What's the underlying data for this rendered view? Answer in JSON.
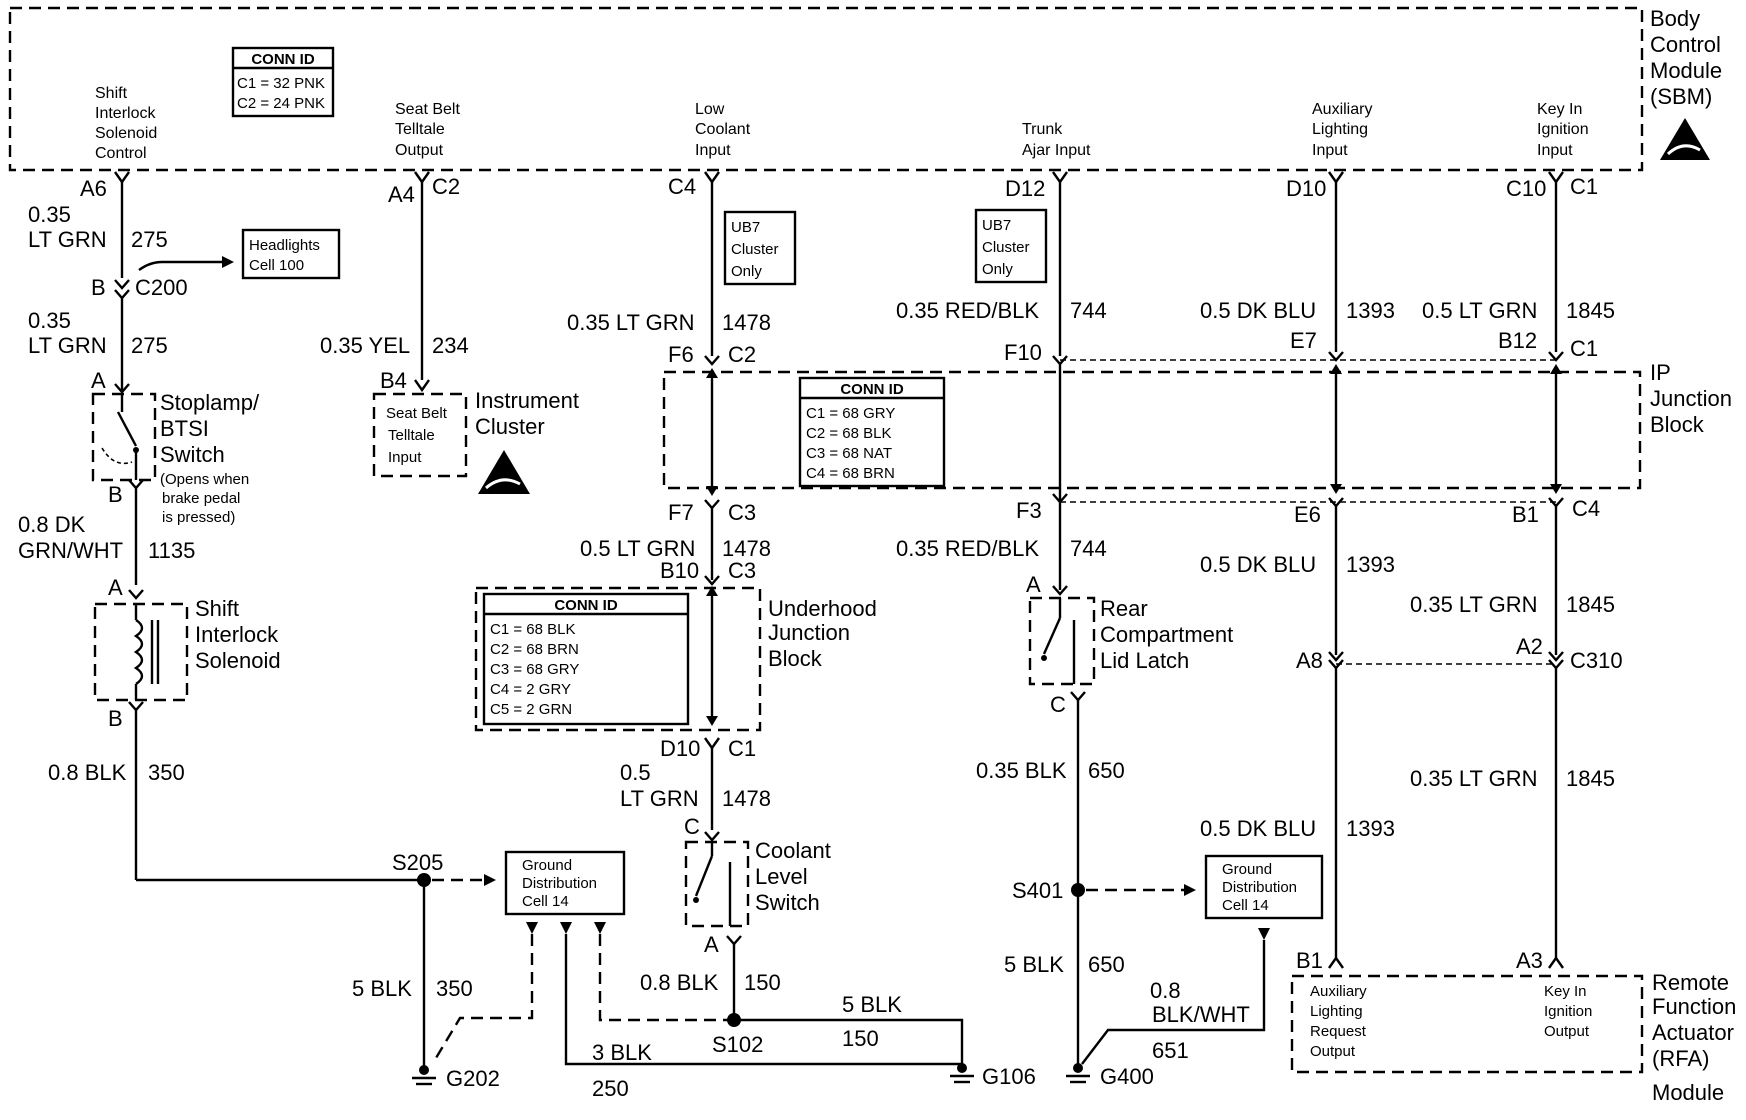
{
  "modules": {
    "bcm": {
      "l1": "Body",
      "l2": "Control",
      "l3": "Module",
      "l4": "(SBM)"
    },
    "ipjb": {
      "l1": "IP",
      "l2": "Junction",
      "l3": "Block"
    },
    "uhjb": {
      "l1": "Underhood",
      "l2": "Junction",
      "l3": "Block"
    },
    "ic": {
      "l1": "Instrument",
      "l2": "Cluster"
    },
    "rfa": {
      "l1": "Remote",
      "l2": "Function",
      "l3": "Actuator",
      "l4": "(RFA)",
      "l5": "Module"
    }
  },
  "bcm_inputs": {
    "shift": [
      "Shift",
      "Interlock",
      "Solenoid",
      "Control"
    ],
    "seatbelt": [
      "Seat Belt",
      "Telltale",
      "Output"
    ],
    "coolant": [
      "Low",
      "Coolant",
      "Input"
    ],
    "trunk": [
      "Trunk",
      "Ajar Input"
    ],
    "aux": [
      "Auxiliary",
      "Lighting",
      "Input"
    ],
    "key": [
      "Key In",
      "Ignition",
      "Input"
    ]
  },
  "conn_bcm": {
    "title": "CONN ID",
    "c1": "C1 = 32 PNK",
    "c2": "C2 = 24 PNK"
  },
  "conn_ip": {
    "title": "CONN ID",
    "c1": "C1 = 68 GRY",
    "c2": "C2 = 68 BLK",
    "c3": "C3 = 68 NAT",
    "c4": "C4 = 68 BRN"
  },
  "conn_uh": {
    "title": "CONN ID",
    "c1": "C1 = 68 BLK",
    "c2": "C2 = 68 BRN",
    "c3": "C3 = 68 GRY",
    "c4": "C4 = 2 GRY",
    "c5": "C5 = 2 GRN"
  },
  "refs": {
    "headlights": [
      "Headlights",
      "Cell 100"
    ],
    "ub7a": [
      "UB7",
      "Cluster",
      "Only"
    ],
    "ub7b": [
      "UB7",
      "Cluster",
      "Only"
    ],
    "gnd1": [
      "Ground",
      "Distribution",
      "Cell 14"
    ],
    "gnd2": [
      "Ground",
      "Distribution",
      "Cell 14"
    ]
  },
  "components": {
    "stoplamp": [
      "Stoplamp/",
      "BTSI",
      "Switch"
    ],
    "stoplamp_note": [
      "(Opens when",
      "brake pedal",
      "is pressed)"
    ],
    "shiftsol": [
      "Shift",
      "Interlock",
      "Solenoid"
    ],
    "seatbelt_in": [
      "Seat Belt",
      "Telltale",
      "Input"
    ],
    "rear": [
      "Rear",
      "Compartment",
      "Lid Latch"
    ],
    "coolant": [
      "Coolant",
      "Level",
      "Switch"
    ],
    "rfa_aux": [
      "Auxiliary",
      "Lighting",
      "Request",
      "Output"
    ],
    "rfa_key": [
      "Key In",
      "Ignition",
      "Output"
    ]
  },
  "pins": {
    "a6": "A6",
    "b": "B",
    "c200": "C200",
    "a1": "A",
    "b1": "B",
    "a2": "A",
    "b2": "B",
    "a4": "A4",
    "c2": "C2",
    "b4": "B4",
    "c4": "C4",
    "f6": "F6",
    "c2b": "C2",
    "f7": "F7",
    "c3": "C3",
    "b10": "B10",
    "c3b": "C3",
    "d10": "D10",
    "c1": "C1",
    "c": "C",
    "a": "A",
    "d12": "D12",
    "f10": "F10",
    "f3": "F3",
    "ar": "A",
    "cr": "C",
    "d10b": "D10",
    "e7": "E7",
    "e6": "E6",
    "a8": "A8",
    "b1r": "B1",
    "c10": "C10",
    "c1b": "C1",
    "b12": "B12",
    "c1c": "C1",
    "b1b": "B1",
    "c4b": "C4",
    "a2r": "A2",
    "c310": "C310",
    "a3": "A3"
  },
  "wires": {
    "w275a": {
      "gauge": "0.35",
      "color": "LT GRN",
      "circuit": "275"
    },
    "w275b": {
      "gauge": "0.35",
      "color": "LT GRN",
      "circuit": "275"
    },
    "w1135": {
      "gauge": "0.8 DK",
      "color": "GRN/WHT",
      "circuit": "1135"
    },
    "w350a": {
      "label": "0.8 BLK",
      "circuit": "350"
    },
    "w234": {
      "label": "0.35 YEL",
      "circuit": "234"
    },
    "w1478a": {
      "label": "0.35 LT GRN",
      "circuit": "1478"
    },
    "w1478b": {
      "label": "0.5 LT GRN",
      "circuit": "1478"
    },
    "w1478c": {
      "gauge": "0.5",
      "color": "LT GRN",
      "circuit": "1478"
    },
    "w744a": {
      "label": "0.35 RED/BLK",
      "circuit": "744"
    },
    "w744b": {
      "label": "0.35 RED/BLK",
      "circuit": "744"
    },
    "w650a": {
      "label": "0.35 BLK",
      "circuit": "650"
    },
    "w650b": {
      "label": "5 BLK",
      "circuit": "650"
    },
    "w1393a": {
      "label": "0.5 DK BLU",
      "circuit": "1393"
    },
    "w1393b": {
      "label": "0.5 DK BLU",
      "circuit": "1393"
    },
    "w1393c": {
      "label": "0.5 DK BLU",
      "circuit": "1393"
    },
    "w1845a": {
      "label": "0.5 LT GRN",
      "circuit": "1845"
    },
    "w1845b": {
      "label": "0.35 LT GRN",
      "circuit": "1845"
    },
    "w1845c": {
      "label": "0.35 LT GRN",
      "circuit": "1845"
    },
    "w350b": {
      "label": "5 BLK",
      "circuit": "350"
    },
    "w150a": {
      "label": "0.8 BLK",
      "circuit": "150"
    },
    "w150b": {
      "label": "5 BLK",
      "circuit": "150"
    },
    "w250": {
      "label": "3 BLK",
      "circuit": "250"
    },
    "w651": {
      "gauge": "0.8",
      "color": "BLK/WHT",
      "circuit": "651"
    }
  },
  "splices": {
    "s205": "S205",
    "s102": "S102",
    "s401": "S401"
  },
  "grounds": {
    "g202": "G202",
    "g106": "G106",
    "g400": "G400"
  }
}
